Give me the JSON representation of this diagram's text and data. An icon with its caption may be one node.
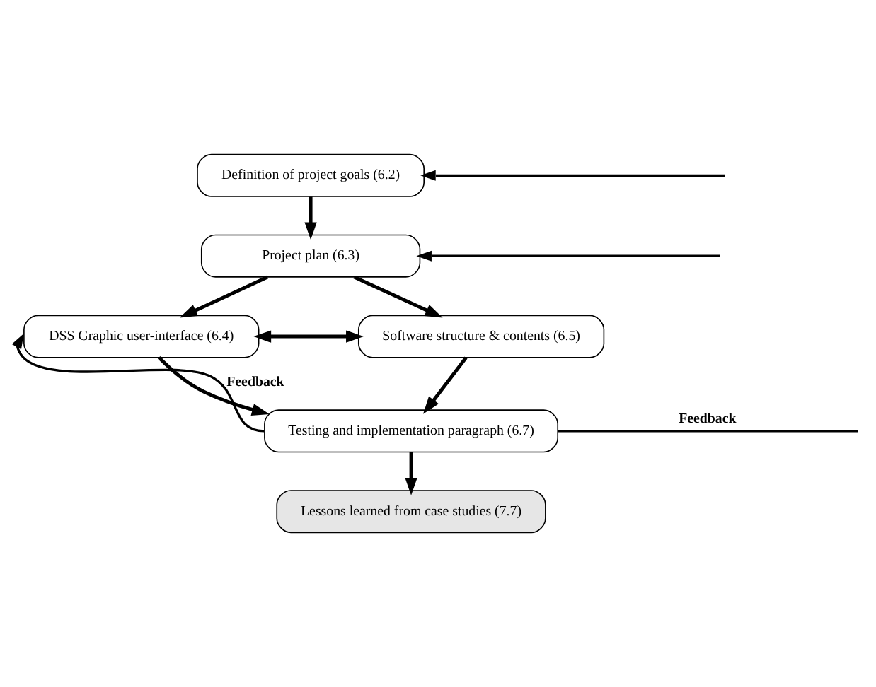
{
  "diagram": {
    "nodes": [
      {
        "text": [
          "Definition of project goals (6.2)"
        ]
      },
      {
        "text": [
          "Project plan (6.3)"
        ]
      },
      {
        "text": [
          "DSS Graphic user-interface (6.4)"
        ]
      },
      {
        "text": [
          "Software structure & contents (6.5)"
        ]
      },
      {
        "text": [
          "Testing and implementation paragraph (6.7)"
        ]
      },
      {
        "text": [
          "Lessons learned from case studies (7.7)"
        ]
      }
    ],
    "edges": [
      {
        "from": 0,
        "to": 1,
        "arrow": "to"
      },
      {
        "from": 1,
        "to": 2,
        "arrow": "to"
      },
      {
        "from": 1,
        "to": 3,
        "arrow": "to"
      },
      {
        "from": 2,
        "to": 3,
        "arrow": "both"
      },
      {
        "from": 2,
        "to": 4,
        "arrow": "to"
      },
      {
        "from": 3,
        "to": 4,
        "arrow": "to"
      },
      {
        "from": 4,
        "to": 5,
        "arrow": "to"
      },
      {
        "from": 4,
        "to": 2,
        "arrow": "to",
        "label": "Feedback"
      },
      {
        "from": 4,
        "to": null,
        "arrow": "none",
        "label": "Feedback"
      },
      {
        "from": null,
        "to": 0,
        "arrow": "to"
      },
      {
        "from": null,
        "to": 1,
        "arrow": "to"
      }
    ]
  }
}
